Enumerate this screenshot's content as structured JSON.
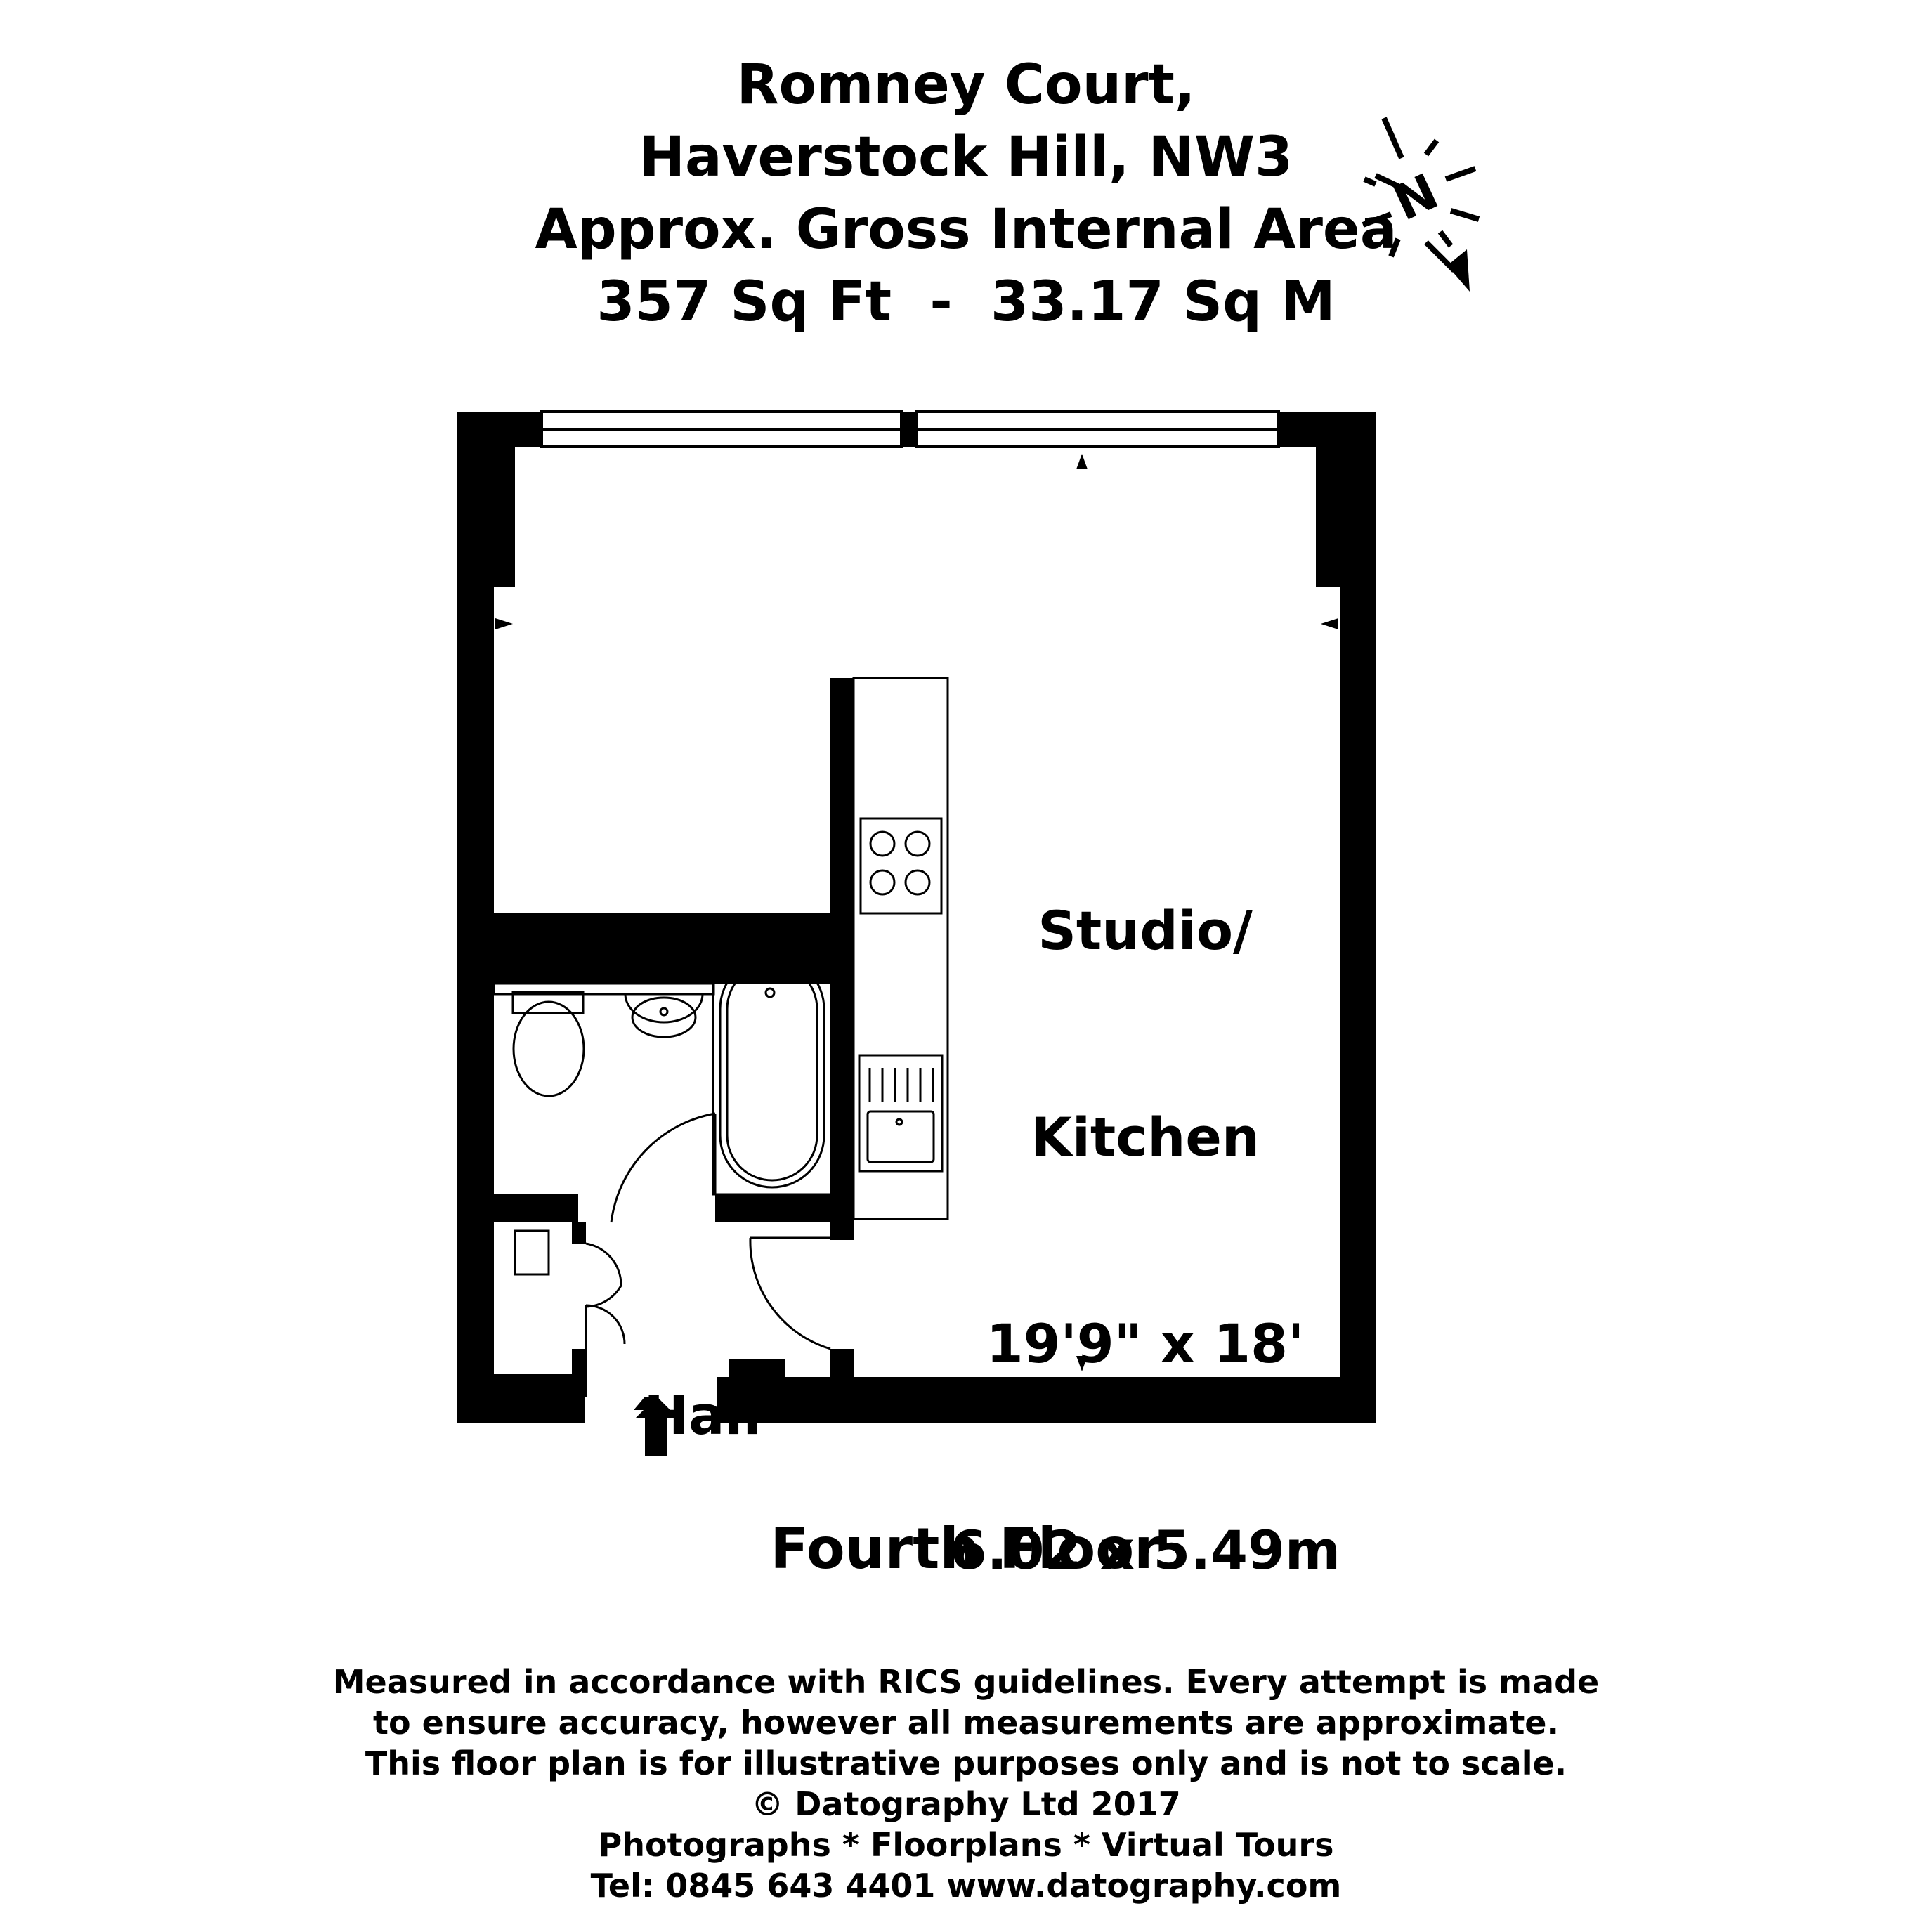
{
  "header": {
    "line1": "Romney Court,",
    "line2": "Haverstock Hill, NW3",
    "line3": "Approx. Gross Internal Area",
    "line4": "357 Sq Ft  -  33.17 Sq M"
  },
  "compass": {
    "letter": "N"
  },
  "rooms": {
    "studio": {
      "line1": "Studio/",
      "line2": "Kitchen",
      "imperial": "19'9\" x 18'",
      "metric": "6.02 x 5.49m"
    },
    "hall": {
      "name": "Hall"
    }
  },
  "floor_name": "Fourth Floor",
  "disclaimer": {
    "line1": "Measured in accordance with RICS guidelines. Every attempt is made",
    "line2": "to ensure accuracy, however all measurements are approximate.",
    "line3": "This floor plan is for illustrative purposes only and is not to scale.",
    "line4": "© Datography Ltd 2017",
    "line5": "Photographs * Floorplans * Virtual Tours",
    "line6": "Tel: 0845 643 4401 www.datography.com"
  }
}
